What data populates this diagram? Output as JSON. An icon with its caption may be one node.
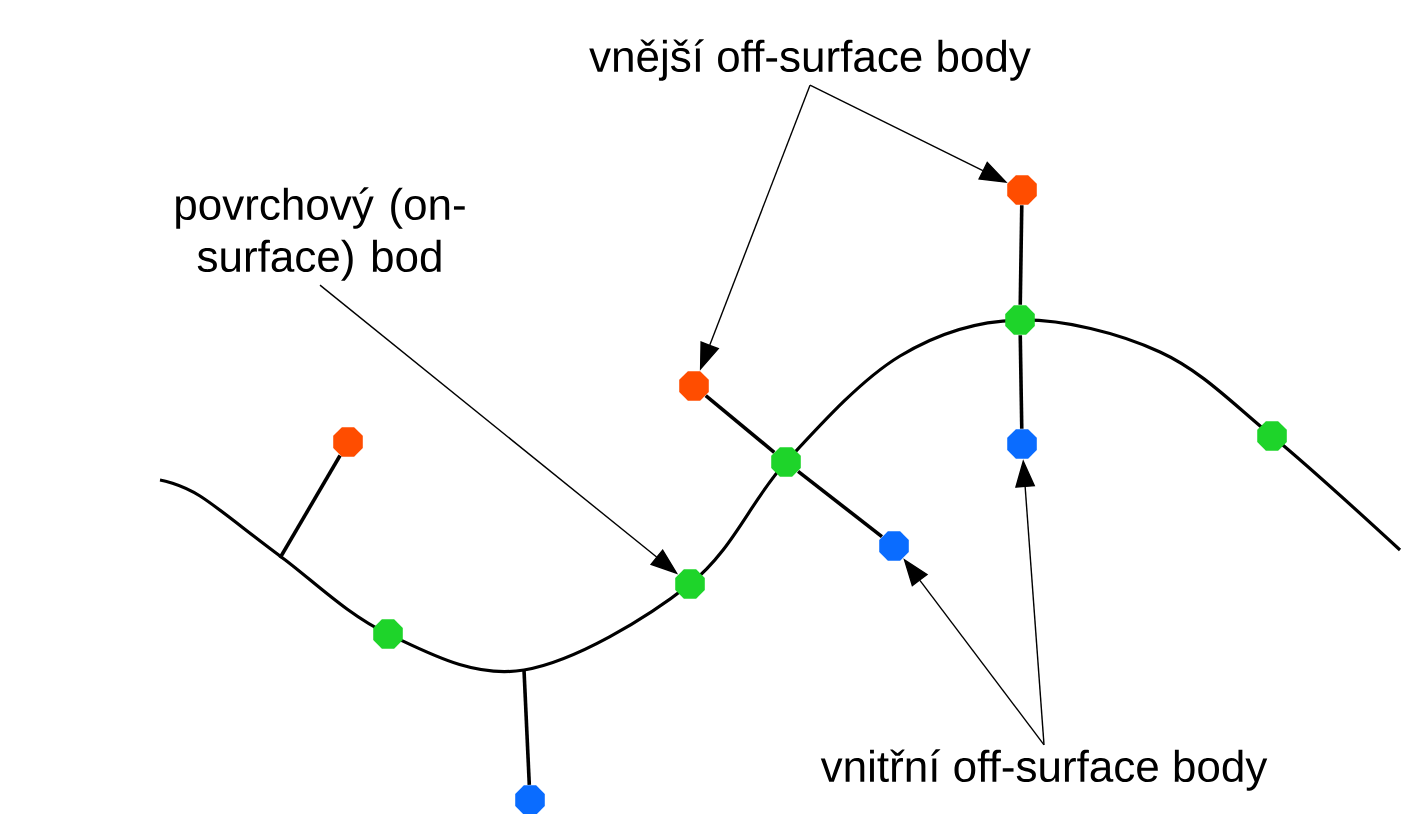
{
  "diagram": {
    "nodes": [
      {
        "text": [
          "vnější off-surface body"
        ]
      },
      {
        "text": [
          "povrchový (on-surface) bod"
        ]
      },
      {
        "text": [],
        "shape": "octagon"
      },
      {
        "text": [],
        "shape": "octagon"
      },
      {
        "text": [],
        "shape": "octagon"
      },
      {
        "text": [],
        "shape": "octagon"
      },
      {
        "text": [],
        "shape": "octagon"
      },
      {
        "text": [],
        "shape": "octagon"
      },
      {
        "text": [],
        "shape": "octagon"
      },
      {
        "text": [],
        "shape": "octagon"
      },
      {
        "text": [],
        "shape": "octagon"
      },
      {
        "text": [],
        "shape": "octagon"
      },
      {
        "text": [],
        "shape": "octagon"
      },
      {
        "text": [
          "vnitřní off-surface body"
        ]
      }
    ],
    "edges": [
      {
        "from": 0,
        "to": 4,
        "arrow": "to"
      },
      {
        "from": 0,
        "to": 2,
        "arrow": "to"
      },
      {
        "from": 1,
        "to": 10,
        "arrow": "to"
      },
      {
        "from": 13,
        "to": 9,
        "arrow": "to"
      },
      {
        "from": 13,
        "to": 7,
        "arrow": "to"
      },
      {
        "from": 2,
        "to": 3,
        "arrow": "none"
      },
      {
        "from": 3,
        "to": 7,
        "arrow": "none"
      },
      {
        "from": 4,
        "to": 8,
        "arrow": "none"
      },
      {
        "from": 8,
        "to": 9,
        "arrow": "none"
      },
      {
        "from": 5,
        "to": null,
        "arrow": "none"
      },
      {
        "from": null,
        "to": 12,
        "arrow": "none"
      }
    ]
  }
}
